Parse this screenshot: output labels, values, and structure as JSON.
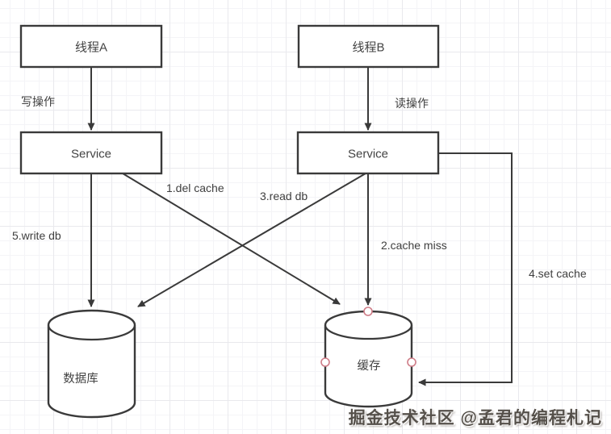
{
  "nodes": {
    "thread_a": "线程A",
    "thread_b": "线程B",
    "service_left": "Service",
    "service_right": "Service",
    "database": "数据库",
    "cache": "缓存"
  },
  "edges": {
    "write_op": "写操作",
    "read_op": "读操作",
    "step1_del_cache": "1.del cache",
    "step2_cache_miss": "2.cache miss",
    "step3_read_db": "3.read db",
    "step4_set_cache": "4.set cache",
    "step5_write_db": "5.write db"
  },
  "watermark": {
    "text": "掘金技术社区 @孟君的编程札记"
  },
  "colors": {
    "line": "#3a3a3a",
    "node_fill": "#ffffff",
    "label_text": "#3f3f3f",
    "connection_point": "#cf7d88",
    "watermark_text": "#55504a",
    "grid_minor": "#f4f4f7",
    "grid_major": "#e9e9ed"
  }
}
